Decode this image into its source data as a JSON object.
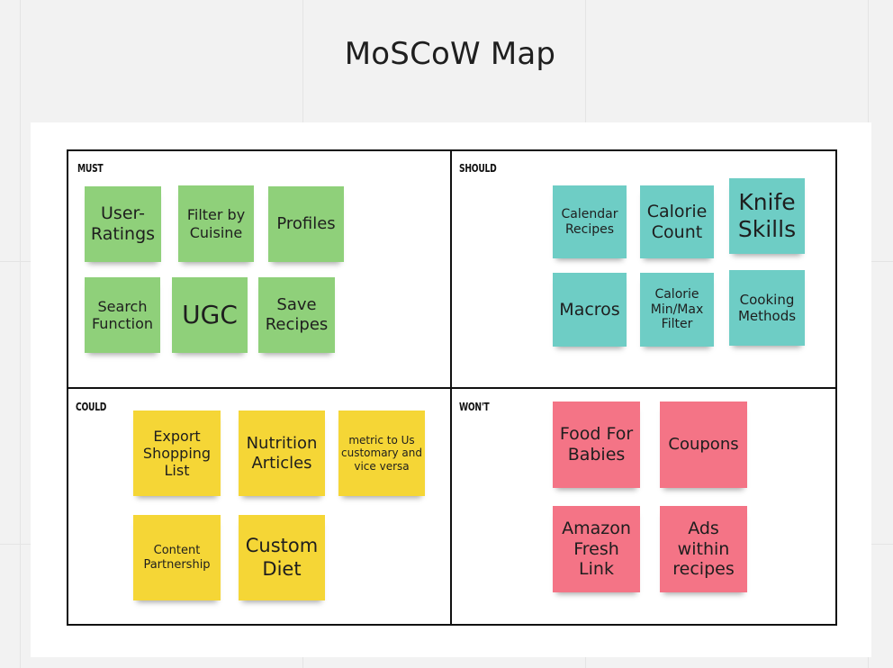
{
  "board": {
    "title": "MoSCoW Map"
  },
  "colors": {
    "must_sticky": "#8fd07a",
    "should_sticky": "#6ecdc5",
    "could_sticky": "#f5d636",
    "wont_sticky": "#f47486",
    "frame": "#ffffff",
    "canvas": "#f2f2f2",
    "border": "#111111"
  },
  "quadrants": {
    "must": {
      "label": "MUST",
      "notes": [
        "User-Ratings",
        "Filter by Cuisine",
        "Profiles",
        "Search Function",
        "UGC",
        "Save Recipes"
      ]
    },
    "should": {
      "label": "SHOULD",
      "notes": [
        "Calendar Recipes",
        "Calorie Count",
        "Knife Skills",
        "Macros",
        "Calorie Min/Max Filter",
        "Cooking Methods"
      ]
    },
    "could": {
      "label": "COULD",
      "notes": [
        "Export Shopping List",
        "Nutrition Articles",
        "metric to Us customary and vice versa",
        "Content Partnership",
        "Custom Diet"
      ]
    },
    "wont": {
      "label": "WON'T",
      "notes": [
        "Food For Babies",
        "Coupons",
        "Amazon Fresh Link",
        "Ads within recipes"
      ]
    }
  }
}
